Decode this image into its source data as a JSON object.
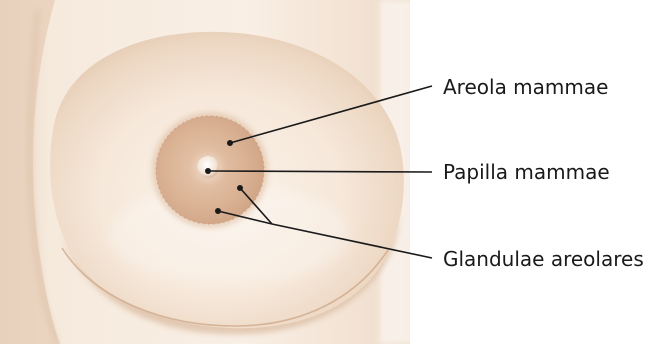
{
  "labels": {
    "areola": "Areola mammae",
    "papilla": "Papilla mammae",
    "glandulae": "Glandulae areolares"
  },
  "colors": {
    "background": "#ffffff",
    "skin_light": "#f8ece1",
    "skin_mid": "#efd9c6",
    "skin_shadow": "#dcbfa6",
    "areola": "#deb89c",
    "areola_edge": "#c99d80",
    "nipple": "#f6ebe2",
    "line": "#1a1a1a"
  }
}
